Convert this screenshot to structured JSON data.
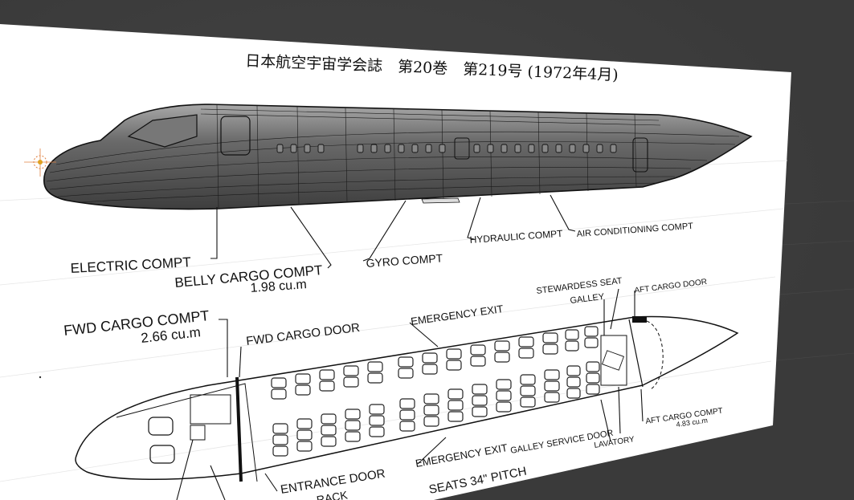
{
  "header": {
    "journal_title": "日本航空宇宙学会誌　第20巻　第219号 (1972年4月)"
  },
  "side_view_labels": {
    "electric": "ELECTRIC COMPT",
    "belly_cargo": "BELLY CARGO COMPT",
    "belly_cargo_volume": "1.98 cu.m",
    "gyro": "GYRO COMPT",
    "hydraulic": "HYDRAULIC COMPT",
    "air_conditioning": "AIR CONDITIONING COMPT"
  },
  "plan_view_labels": {
    "fwd_cargo": "FWD CARGO COMPT",
    "fwd_cargo_volume": "2.66 cu.m",
    "fwd_cargo_door": "FWD CARGO DOOR",
    "emergency_exit_top": "EMERGENCY EXIT",
    "stewardess_seat": "STEWARDESS SEAT",
    "galley": "GALLEY",
    "aft_cargo_door": "AFT CARGO DOOR",
    "aft_cargo": "AFT CARGO COMPT",
    "aft_cargo_volume": "4.83 cu.m",
    "lavatory": "LAVATORY",
    "galley_service_door": "GALLEY SERVICE DOOR",
    "emergency_exit_bottom": "EMERGENCY EXIT",
    "entrance_door": "ENTRANCE DOOR",
    "rack": "RACK",
    "seats_pitch": "SEATS 34\" PITCH"
  },
  "colors": {
    "viewport_bg": "#3a3a3a",
    "paper": "#ffffff",
    "fuselage": "#5e5e5e",
    "origin_marker": "#e0a020"
  }
}
